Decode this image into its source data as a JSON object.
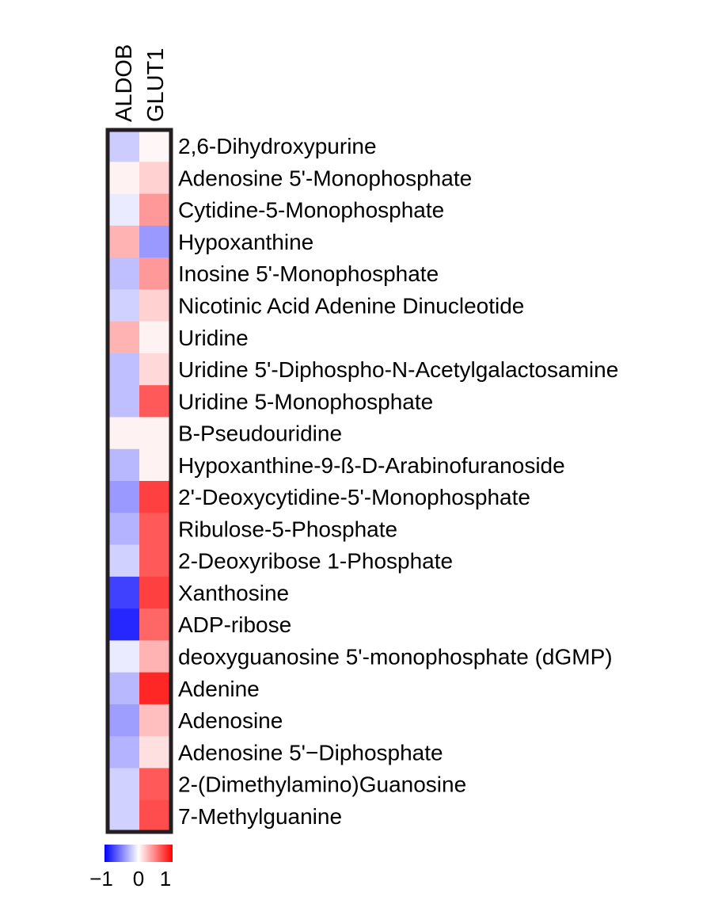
{
  "chart_data": {
    "type": "heatmap",
    "columns": [
      "ALDOB",
      "GLUT1"
    ],
    "rows": [
      "2,6-Dihydroxypurine",
      "Adenosine 5'-Monophosphate",
      "Cytidine-5-Monophosphate",
      "Hypoxanthine",
      "Inosine 5'-Monophosphate",
      "Nicotinic Acid Adenine Dinucleotide",
      "Uridine",
      "Uridine 5'-Diphospho-N-Acetylgalactosamine",
      "Uridine 5-Monophosphate",
      "B-Pseudouridine",
      "Hypoxanthine-9-ß-D-Arabinofuranoside",
      "2'-Deoxycytidine-5'-Monophosphate",
      "Ribulose-5-Phosphate",
      "2-Deoxyribose 1-Phosphate",
      "Xanthosine",
      "ADP-ribose",
      "deoxyguanosine 5'-monophosphate (dGMP)",
      "Adenine",
      "Adenosine",
      "Adenosine 5'−Diphosphate",
      "2-(Dimethylamino)Guanosine",
      "7-Methylguanine"
    ],
    "values": [
      [
        -0.2,
        0.03
      ],
      [
        0.05,
        0.18
      ],
      [
        -0.08,
        0.4
      ],
      [
        0.3,
        -0.4
      ],
      [
        -0.25,
        0.4
      ],
      [
        -0.18,
        0.18
      ],
      [
        0.3,
        0.05
      ],
      [
        -0.25,
        0.15
      ],
      [
        -0.25,
        0.65
      ],
      [
        0.05,
        0.05
      ],
      [
        -0.28,
        0.05
      ],
      [
        -0.4,
        0.75
      ],
      [
        -0.3,
        0.65
      ],
      [
        -0.18,
        0.65
      ],
      [
        -0.75,
        0.75
      ],
      [
        -0.85,
        0.6
      ],
      [
        -0.08,
        0.3
      ],
      [
        -0.28,
        0.85
      ],
      [
        -0.38,
        0.25
      ],
      [
        -0.3,
        0.12
      ],
      [
        -0.18,
        0.65
      ],
      [
        -0.18,
        0.7
      ]
    ],
    "color_scale": {
      "min": -1,
      "max": 1,
      "min_color": "#0000ff",
      "mid_color": "#ffffff",
      "max_color": "#ff0000",
      "tick_labels": [
        "−1",
        "0",
        "1"
      ]
    },
    "border_color": "#231f20"
  }
}
